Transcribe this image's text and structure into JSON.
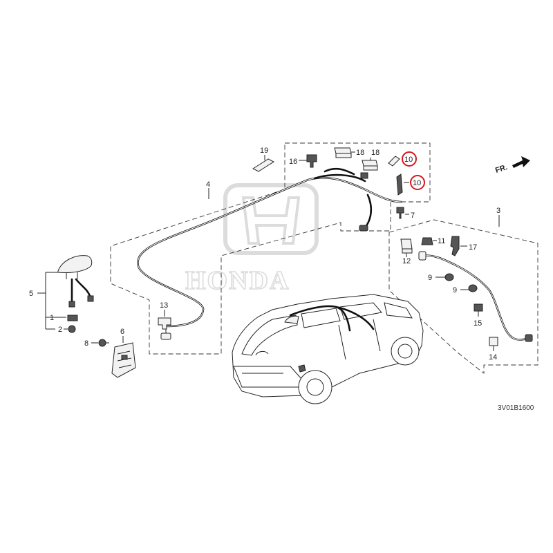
{
  "fr_label": "FR.",
  "watermark_text": "HONDA",
  "diagram_code": "3V01B1600",
  "highlight_color": "#d9141c",
  "callouts": {
    "c1": "1",
    "c2": "2",
    "c3": "3",
    "c4": "4",
    "c5": "5",
    "c6": "6",
    "c7": "7",
    "c8": "8",
    "c9a": "9",
    "c9b": "9",
    "c10a": "10",
    "c10b": "10",
    "c11": "11",
    "c12": "12",
    "c13": "13",
    "c14": "14",
    "c15": "15",
    "c16": "16",
    "c17": "17",
    "c18a": "18",
    "c18b": "18",
    "c19": "19"
  }
}
